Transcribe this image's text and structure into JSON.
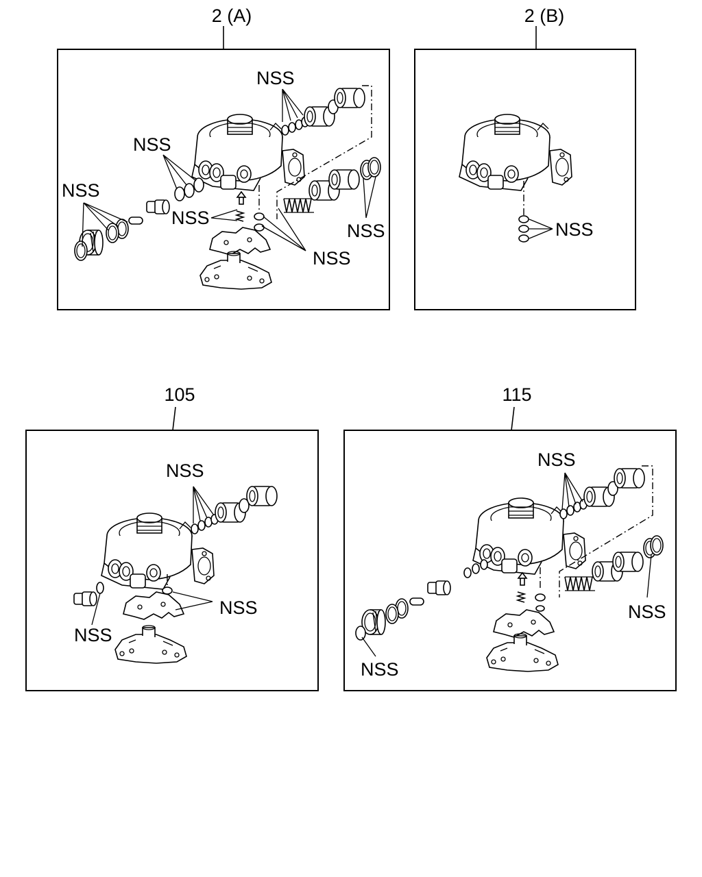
{
  "panels": [
    {
      "id": "2a",
      "title": "2 (A)"
    },
    {
      "id": "2b",
      "title": "2 (B)"
    },
    {
      "id": "105",
      "title": "105"
    },
    {
      "id": "115",
      "title": "115"
    }
  ],
  "callout_text": "NSS"
}
